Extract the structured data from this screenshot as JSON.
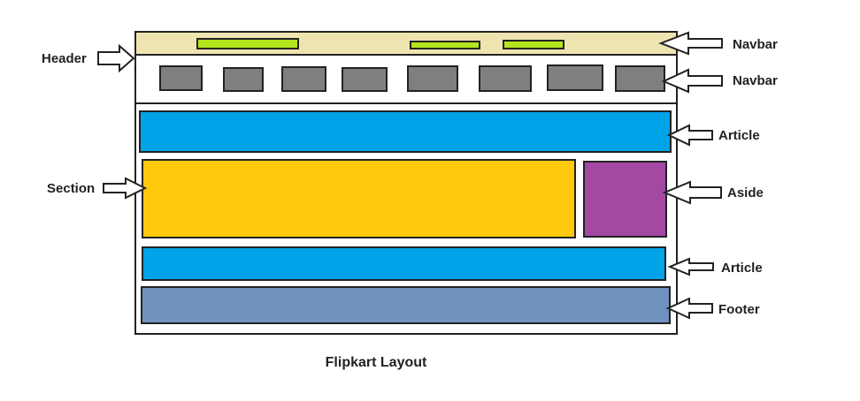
{
  "labels": {
    "header": "Header",
    "navbar_top": "Navbar",
    "navbar_second": "Navbar",
    "article_top": "Article",
    "section": "Section",
    "aside": "Aside",
    "article_bottom": "Article",
    "footer": "Footer"
  },
  "caption": "Flipkart Layout",
  "colors": {
    "outline": "#222222",
    "navbar_top_fill": "#efe4b0",
    "navbar_top_items": "#b5e61d",
    "navbar_items": "#7f7f7f",
    "article": "#00a2e8",
    "section": "#ffc90e",
    "aside": "#a349a4",
    "footer": "#7092be"
  },
  "icons": [
    "arrow-right-icon",
    "arrow-left-icon"
  ]
}
